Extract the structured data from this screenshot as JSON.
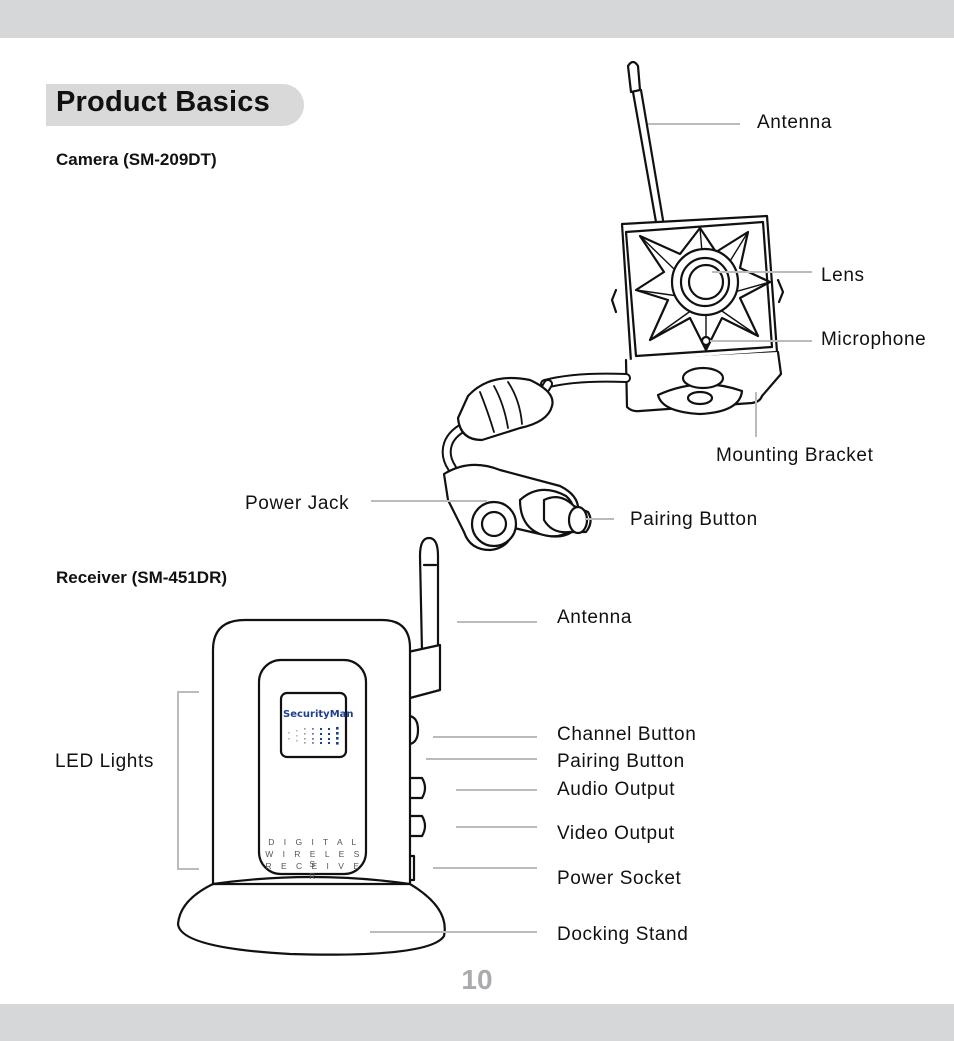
{
  "page": {
    "title": "Product Basics",
    "page_number": "10"
  },
  "camera": {
    "heading": "Camera (SM-209DT)",
    "labels": {
      "antenna": "Antenna",
      "lens": "Lens",
      "microphone": "Microphone",
      "mounting_bracket": "Mounting Bracket",
      "power_jack": "Power Jack",
      "pairing_button": "Pairing Button"
    }
  },
  "receiver": {
    "heading": "Receiver (SM-451DR)",
    "brand": "SecurityMan",
    "front_text": [
      "D I G I T A L",
      "W I R E L E S S",
      "R E C E I V E R"
    ],
    "labels": {
      "antenna": "Antenna",
      "led_lights": "LED Lights",
      "channel_button": "Channel Button",
      "pairing_button": "Pairing Button",
      "audio_output": "Audio Output",
      "video_output": "Video Output",
      "power_socket": "Power Socket",
      "docking_stand": "Docking Stand"
    }
  },
  "colors": {
    "band": "#d6d7d9",
    "leader_line": "#b9bbbe",
    "brand_blue": "#1c3f8f"
  }
}
